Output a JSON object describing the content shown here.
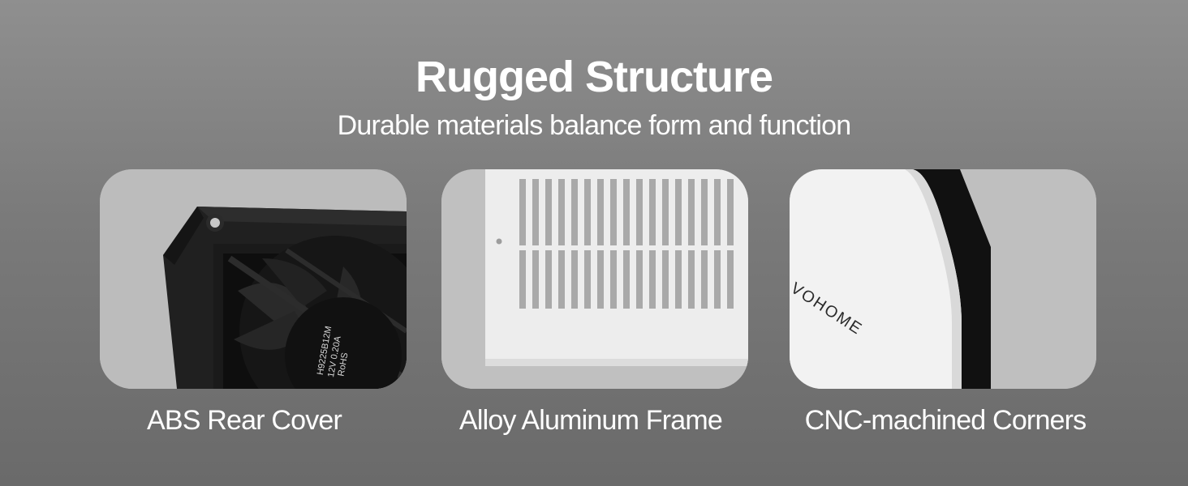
{
  "header": {
    "title": "Rugged Structure",
    "subtitle": "Durable materials balance form and function"
  },
  "features": [
    {
      "caption": "ABS Rear Cover",
      "image_icon": "fan-rear-cover-photo",
      "label_text": [
        "H9225B12M",
        "12V 0.20A",
        "RoHS"
      ]
    },
    {
      "caption": "Alloy Aluminum Frame",
      "image_icon": "vent-grille-photo"
    },
    {
      "caption": "CNC-machined Corners",
      "image_icon": "rounded-corner-photo",
      "brand_text": "VOHOME"
    }
  ],
  "colors": {
    "background_top": "#8f8f8f",
    "background_bottom": "#6a6a6a",
    "card_background": "#bdbdbd",
    "text": "#ffffff"
  }
}
